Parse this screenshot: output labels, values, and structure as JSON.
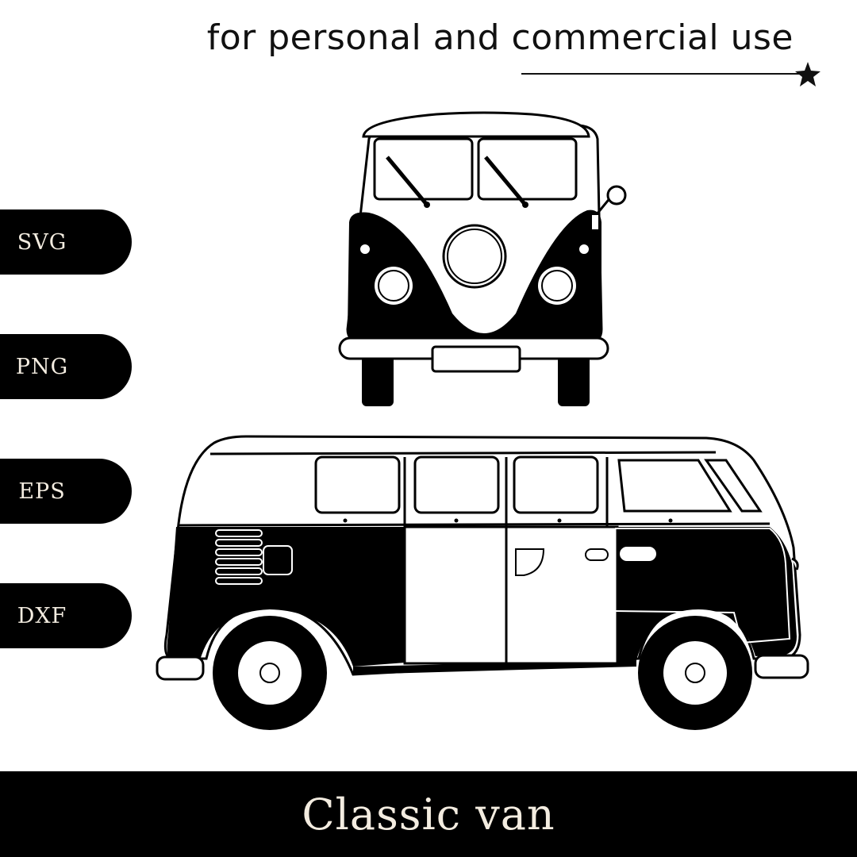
{
  "headline": "for personal and commercial use",
  "formats": [
    {
      "label": "SVG"
    },
    {
      "label": "PNG"
    },
    {
      "label": "EPS"
    },
    {
      "label": "DXF"
    }
  ],
  "illustrations": {
    "front_view": "van-front-illustration",
    "side_view": "van-side-illustration",
    "decoration": "star-icon"
  },
  "footer": {
    "title": "Classic van"
  },
  "colors": {
    "background": "#ffffff",
    "ink": "#000000",
    "label_text": "#f3ece0"
  }
}
